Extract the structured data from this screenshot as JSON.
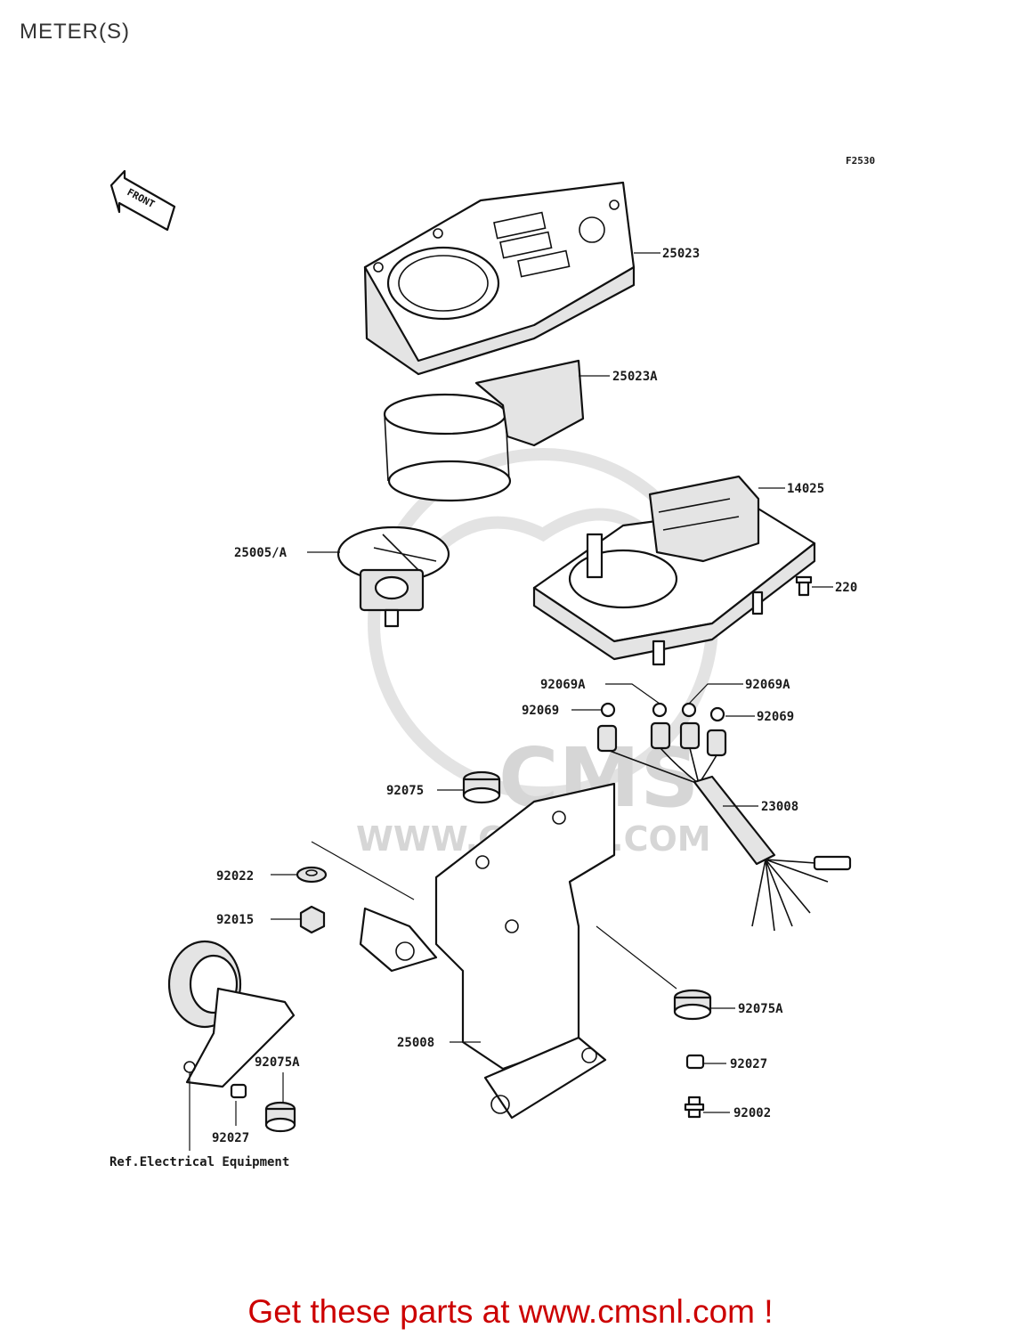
{
  "page": {
    "title": "METER(S)"
  },
  "diagram": {
    "figure_code": "F2530",
    "front_label": "FRONT",
    "watermark": {
      "brand": "CMS",
      "url": "WWW.CMSNL.COM"
    },
    "callouts": {
      "p25023": "25023",
      "p25023A": "25023A",
      "p14025": "14025",
      "p25005A": "25005/A",
      "p220": "220",
      "p92069A_left": "92069A",
      "p92069A_right": "92069A",
      "p92069_left": "92069",
      "p92069_right": "92069",
      "p92075": "92075",
      "p23008": "23008",
      "p92022": "92022",
      "p92015": "92015",
      "p92075A_right": "92075A",
      "p25008": "25008",
      "p92075A_left": "92075A",
      "p92027_right": "92027",
      "p92002": "92002",
      "p92027_left": "92027"
    },
    "reference_note": "Ref.Electrical Equipment"
  },
  "footer": {
    "promo": "Get these parts at www.cmsnl.com !",
    "color": "#cc0000"
  }
}
